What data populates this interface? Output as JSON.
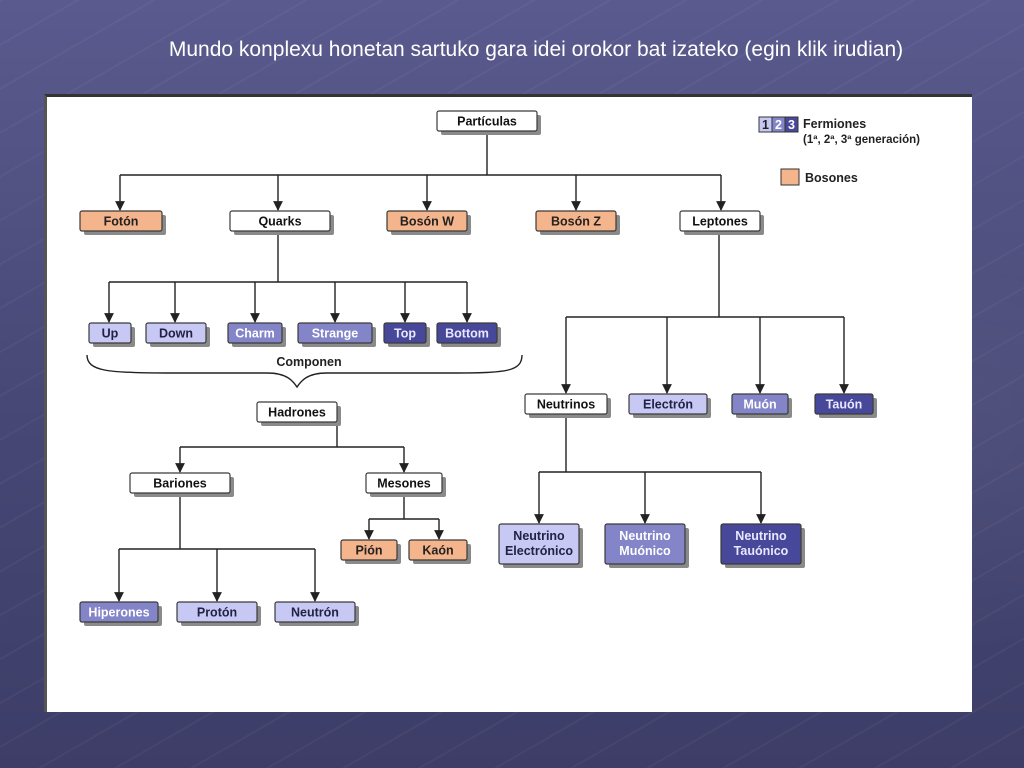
{
  "slide": {
    "title": "Mundo konplexu honetan sartuko gara idei orokor bat izateko (egin klik irudian)"
  },
  "legend": {
    "gen_numbers": [
      "1",
      "2",
      "3"
    ],
    "fermions_line1": "Fermiones",
    "fermions_line2": "(1ª, 2ª, 3ª generación)",
    "bosons": "Bosones"
  },
  "colors": {
    "neutral": "#ffffff",
    "boson": "#f4b48c",
    "gen1": "#c8c8f4",
    "gen2": "#8484c8",
    "gen3": "#48489a",
    "gen1_text": "#222244",
    "gen2_text": "#ffffff",
    "gen3_text": "#e8e8ff"
  },
  "diagram": {
    "componen_label": "Componen",
    "nodes": {
      "particulas": "Partículas",
      "foton": "Fotón",
      "quarks": "Quarks",
      "boson_w": "Bosón W",
      "boson_z": "Bosón Z",
      "leptones": "Leptones",
      "up": "Up",
      "down": "Down",
      "charm": "Charm",
      "strange": "Strange",
      "top": "Top",
      "bottom": "Bottom",
      "hadrones": "Hadrones",
      "bariones": "Bariones",
      "mesones": "Mesones",
      "pion": "Pión",
      "kaon": "Kaón",
      "hiperones": "Hiperones",
      "proton": "Protón",
      "neutron": "Neutrón",
      "neutrinos": "Neutrinos",
      "electron": "Electrón",
      "muon": "Muón",
      "tauon": "Tauón",
      "nu_e_1": "Neutrino",
      "nu_e_2": "Electrónico",
      "nu_mu_1": "Neutrino",
      "nu_mu_2": "Muónico",
      "nu_tau_1": "Neutrino",
      "nu_tau_2": "Tauónico"
    }
  }
}
